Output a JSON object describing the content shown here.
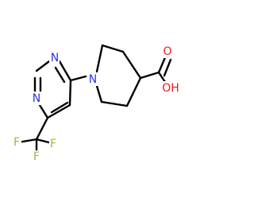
{
  "molecule": {
    "atoms": {
      "n_piperidine": {
        "label": "N",
        "color": "#2c32e6"
      },
      "n_pyrimidine_top": {
        "label": "N",
        "color": "#2c32e6"
      },
      "n_pyrimidine_bottom": {
        "label": "N",
        "color": "#2c32e6"
      },
      "o_carbonyl": {
        "label": "O",
        "color": "#e61e1e"
      },
      "oh_hydroxyl": {
        "label": "OH",
        "color": "#e61e1e"
      },
      "f_1": {
        "label": "F",
        "color": "#8fbf3c"
      },
      "f_2": {
        "label": "F",
        "color": "#8fbf3c"
      },
      "f_3": {
        "label": "F",
        "color": "#8fbf3c"
      }
    }
  }
}
